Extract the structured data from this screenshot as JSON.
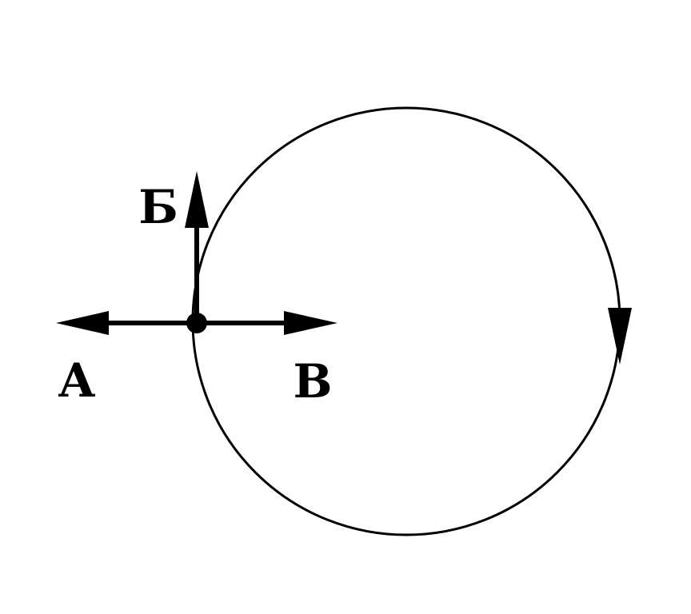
{
  "diagram": {
    "labels": {
      "a": "А",
      "b": "Б",
      "v": "В"
    },
    "colors": {
      "stroke": "#000000",
      "background": "#ffffff"
    }
  }
}
